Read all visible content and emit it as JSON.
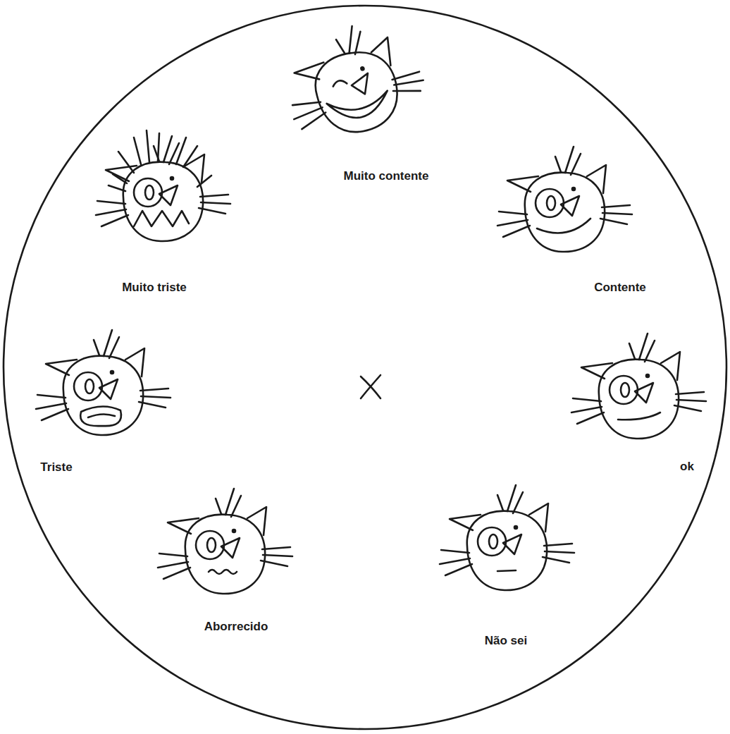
{
  "diagram": {
    "labels": [
      "Muito contente",
      "Contente",
      "ok",
      "Não sei",
      "Aborrecido",
      "Triste",
      "Muito triste"
    ]
  }
}
